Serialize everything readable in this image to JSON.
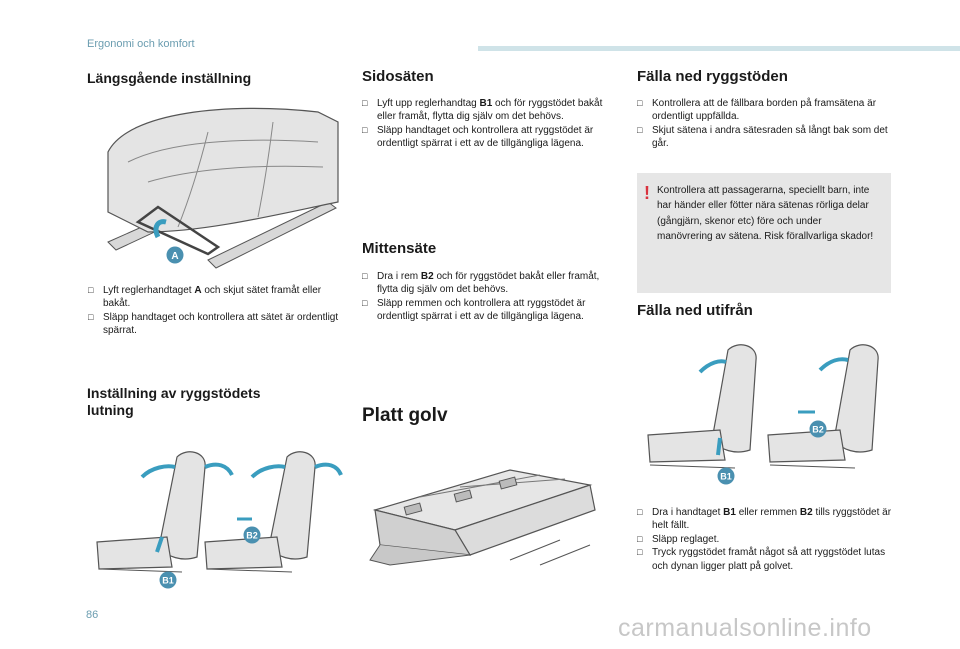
{
  "header": {
    "section": "Ergonomi och komfort"
  },
  "col1": {
    "title1": "Längsgående inställning",
    "badge_a": "A",
    "items1": [
      {
        "pre": "Lyft reglerhandtaget ",
        "bold": "A",
        "post": " och skjut sätet framåt eller bakåt."
      },
      {
        "pre": "Släpp handtaget och kontrollera att sätet är ordentligt spärrat.",
        "bold": "",
        "post": ""
      }
    ],
    "title2_line1": "Inställning av ryggstödets",
    "title2_line2": "lutning",
    "badge_b1": "B1",
    "badge_b2": "B2"
  },
  "col2": {
    "title1": "Sidosäten",
    "items1": [
      {
        "pre": "Lyft upp reglerhandtag ",
        "bold": "B1",
        "post": " och för ryggstödet bakåt eller framåt, flytta dig själv om det behövs."
      },
      {
        "pre": "Släpp handtaget och kontrollera att ryggstödet är ordentligt spärrat i ett av de tillgängliga lägena.",
        "bold": "",
        "post": ""
      }
    ],
    "title2": "Mittensäte",
    "items2": [
      {
        "pre": "Dra i rem ",
        "bold": "B2",
        "post": " och för ryggstödet bakåt eller framåt, flytta dig själv om det behövs."
      },
      {
        "pre": "Släpp remmen och kontrollera att ryggstödet är ordentligt spärrat i ett av de tillgängliga lägena.",
        "bold": "",
        "post": ""
      }
    ],
    "title3": "Platt golv"
  },
  "col3": {
    "title1": "Fälla ned ryggstöden",
    "items1": [
      {
        "pre": "Kontrollera att de fällbara borden på framsätena är ordentligt uppfällda.",
        "bold": "",
        "post": ""
      },
      {
        "pre": "Skjut sätena i andra sätesraden så långt bak som det går.",
        "bold": "",
        "post": ""
      }
    ],
    "warning": "Kontrollera att passagerarna, speciellt barn, inte har händer eller fötter nära sätenas rörliga delar (gångjärn, skenor etc) före och under manövrering av sätena. Risk förallvarliga skador!",
    "title2": "Fälla ned utifrån",
    "badge_b1": "B1",
    "badge_b2": "B2",
    "items2": [
      {
        "pre": "Dra i handtaget ",
        "bold": "B1",
        "post": " eller remmen ",
        "bold2": "B2",
        "post2": " tills ryggstödet är helt fällt."
      },
      {
        "pre": "Släpp reglaget.",
        "bold": "",
        "post": ""
      },
      {
        "pre": "Tryck ryggstödet framåt något så att ryggstödet lutas och dynan ligger platt på golvet.",
        "bold": "",
        "post": ""
      }
    ]
  },
  "footer": {
    "page_number": "86",
    "watermark": "carmanualsonline.info"
  },
  "colors": {
    "accent": "#6b9db0",
    "badge": "#4a90b0",
    "warning_mark": "#d9333f",
    "warning_bg": "#e6e6e6"
  }
}
